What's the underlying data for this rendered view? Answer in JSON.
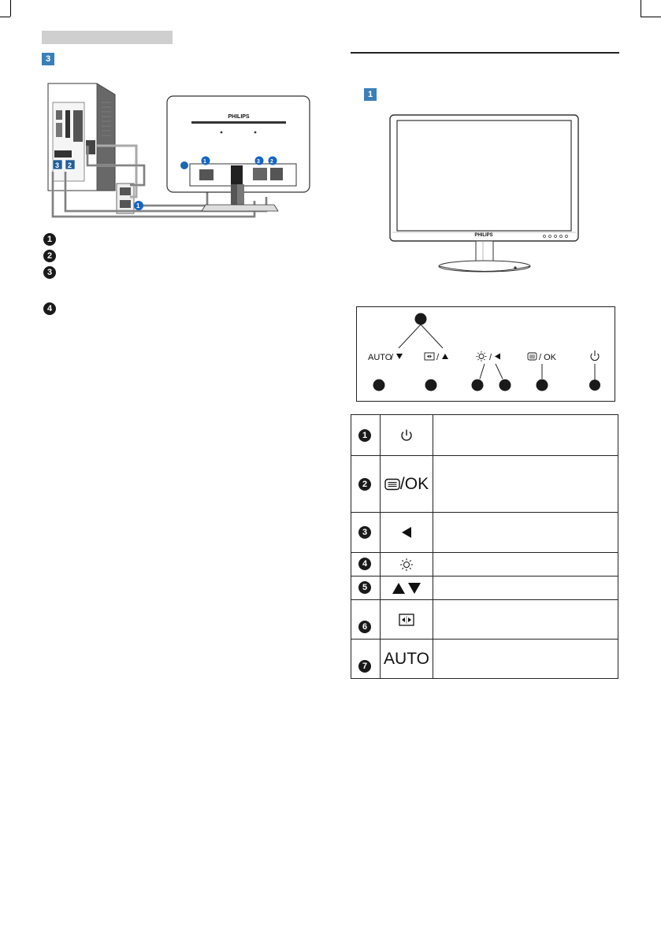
{
  "header": {
    "section_left_badge": "3",
    "section_right_badge": "1"
  },
  "connection_diagram": {
    "monitor_brand": "PHILIPS",
    "callouts": [
      "1",
      "3",
      "2",
      "1"
    ]
  },
  "legend": {
    "items": [
      {
        "num": "1",
        "text": ""
      },
      {
        "num": "2",
        "text": ""
      },
      {
        "num": "3",
        "text": ""
      },
      {
        "num": "4",
        "text": ""
      }
    ]
  },
  "monitor_front": {
    "brand": "PHILIPS"
  },
  "control_panel": {
    "labels": {
      "auto_down": "AUTO /",
      "wide_up": "/",
      "bright_left": "/",
      "menu_ok": "/ OK"
    }
  },
  "controls_table": {
    "rows": [
      {
        "num": "1",
        "icon": "power-icon",
        "label": "",
        "desc": ""
      },
      {
        "num": "2",
        "icon": "menu-ok-icon",
        "label": "/OK",
        "desc": ""
      },
      {
        "num": "3",
        "icon": "left-triangle-icon",
        "label": "",
        "desc": ""
      },
      {
        "num": "4",
        "icon": "brightness-icon",
        "label": "",
        "desc": ""
      },
      {
        "num": "5",
        "icon": "up-down-triangle-icon",
        "label": "",
        "desc": ""
      },
      {
        "num": "6",
        "icon": "wide-format-icon",
        "label": "",
        "desc": ""
      },
      {
        "num": "7",
        "icon": "auto-text",
        "label": "AUTO",
        "desc": ""
      }
    ]
  },
  "colors": {
    "accent_blue": "#3b7fb8",
    "badge_black": "#1a1a1a",
    "callout_blue": "#1565c0"
  }
}
